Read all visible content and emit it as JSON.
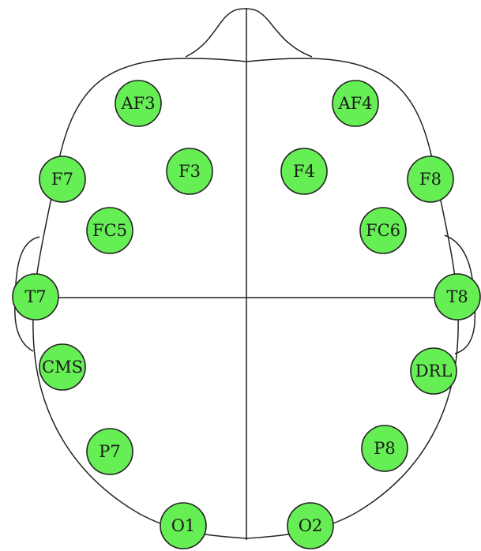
{
  "diagram": {
    "electrode_color": "#66ee55",
    "electrodes": [
      {
        "id": "af3",
        "label": "AF3"
      },
      {
        "id": "af4",
        "label": "AF4"
      },
      {
        "id": "f7",
        "label": "F7"
      },
      {
        "id": "f3",
        "label": "F3"
      },
      {
        "id": "f4",
        "label": "F4"
      },
      {
        "id": "f8",
        "label": "F8"
      },
      {
        "id": "fc5",
        "label": "FC5"
      },
      {
        "id": "fc6",
        "label": "FC6"
      },
      {
        "id": "t7",
        "label": "T7"
      },
      {
        "id": "t8",
        "label": "T8"
      },
      {
        "id": "cms",
        "label": "CMS"
      },
      {
        "id": "drl",
        "label": "DRL"
      },
      {
        "id": "p7",
        "label": "P7"
      },
      {
        "id": "p8",
        "label": "P8"
      },
      {
        "id": "o1",
        "label": "O1"
      },
      {
        "id": "o2",
        "label": "O2"
      }
    ]
  }
}
